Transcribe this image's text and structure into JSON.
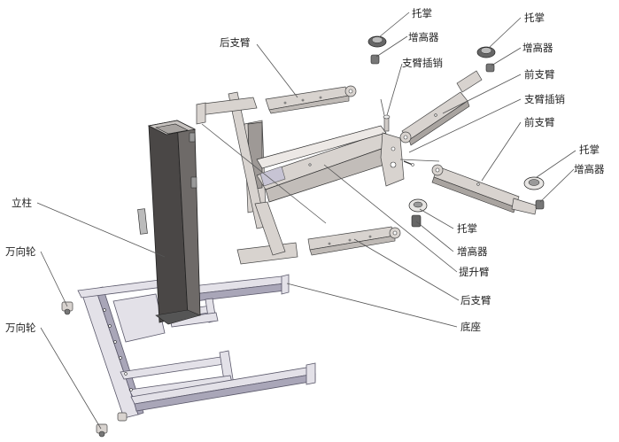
{
  "labels": {
    "tuozhang_1": "托掌",
    "zenggaoqi_1": "增高器",
    "tuozhang_2": "托掌",
    "zenggaoqi_2": "增高器",
    "houzhibi_top": "后支臂",
    "zhibichaxiao_1": "支臂插销",
    "qianzhibi_1": "前支臂",
    "zhibichaxiao_2": "支臂插销",
    "qianzhibi_2": "前支臂",
    "tuozhang_3": "托掌",
    "zenggaoqi_3": "增高器",
    "lizhu": "立柱",
    "tuozhang_4": "托掌",
    "zenggaoqi_4": "增高器",
    "tishengbi": "提升臂",
    "wanxianglun_1": "万向轮",
    "houzhibi_bottom": "后支臂",
    "dizuo": "底座",
    "wanxianglun_2": "万向轮"
  },
  "colors": {
    "column": "#4a4746",
    "arm": "#d8d3cf",
    "base": "#e3e1e8"
  }
}
